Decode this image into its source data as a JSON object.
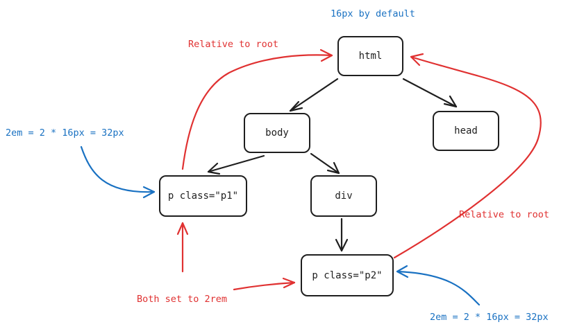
{
  "nodes": {
    "html": "html",
    "body": "body",
    "head": "head",
    "p1": "p class=\"p1\"",
    "div": "div",
    "p2": "p class=\"p2\""
  },
  "annotations": {
    "default_size": "16px by default",
    "relative_root_top": "Relative to root",
    "relative_root_right": "Relative to root",
    "em_left": "2em = 2 * 16px = 32px",
    "em_bottom_right": "2em = 2 * 16px = 32px",
    "both_set": "Both set to 2rem"
  },
  "colors": {
    "ink": "#1e1e1e",
    "red": "#e03131",
    "blue": "#1971c2"
  }
}
